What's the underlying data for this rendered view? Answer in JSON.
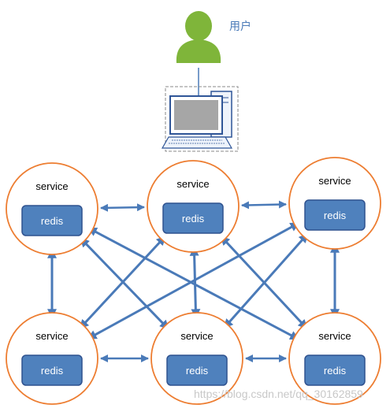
{
  "user_label": "用户",
  "icons": {
    "user": "user-icon",
    "computer": "desktop-computer-icon"
  },
  "colors": {
    "service_ring": "#ed7d31",
    "redis_fill": "#4f81bd",
    "redis_border": "#2f528f",
    "arrow": "#4a7ab8",
    "user_green": "#7fb53a"
  },
  "nodes": [
    {
      "service_label": "service",
      "redis_label": "redis"
    },
    {
      "service_label": "service",
      "redis_label": "redis"
    },
    {
      "service_label": "service",
      "redis_label": "redis"
    },
    {
      "service_label": "service",
      "redis_label": "redis"
    },
    {
      "service_label": "service",
      "redis_label": "redis"
    },
    {
      "service_label": "service",
      "redis_label": "redis"
    }
  ],
  "edges": [
    {
      "from": 0,
      "to": 1
    },
    {
      "from": 1,
      "to": 2
    },
    {
      "from": 3,
      "to": 4
    },
    {
      "from": 4,
      "to": 5
    },
    {
      "from": 0,
      "to": 3
    },
    {
      "from": 0,
      "to": 4
    },
    {
      "from": 0,
      "to": 5
    },
    {
      "from": 1,
      "to": 3
    },
    {
      "from": 1,
      "to": 4
    },
    {
      "from": 1,
      "to": 5
    },
    {
      "from": 2,
      "to": 3
    },
    {
      "from": 2,
      "to": 4
    },
    {
      "from": 2,
      "to": 5
    }
  ],
  "watermark": "https://blog.csdn.net/qq_30162859"
}
